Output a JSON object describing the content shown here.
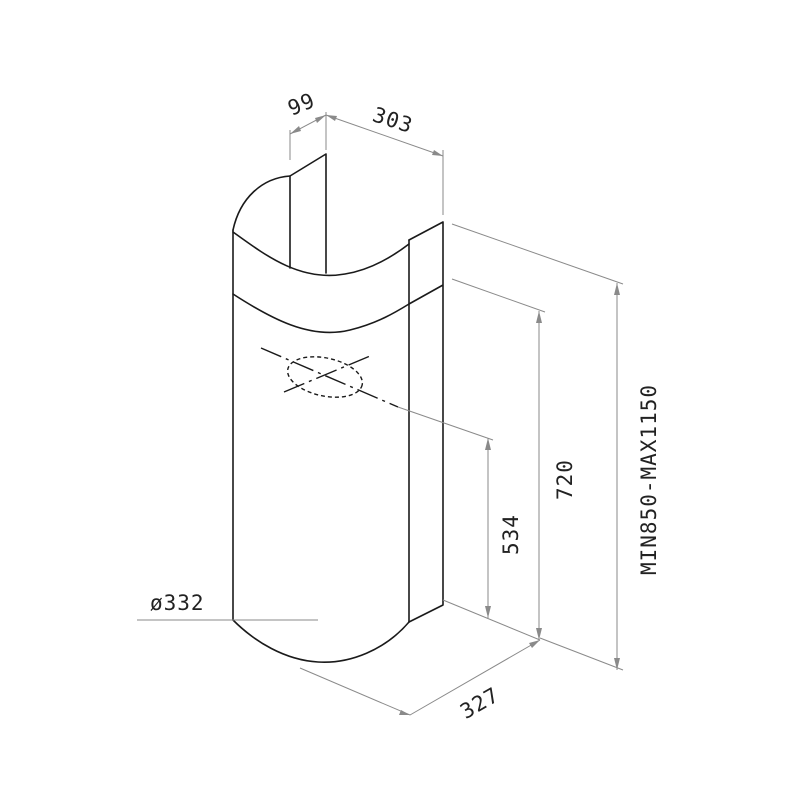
{
  "dimensions": {
    "top_depth": "99",
    "top_width": "303",
    "height_range": "MIN850-MAX1150",
    "body_height": "720",
    "outlet_height": "534",
    "diameter": "ø332",
    "bottom_width": "327"
  },
  "colors": {
    "outline": "#1a1a1a",
    "dimension": "#8a8a8a",
    "text": "#222222",
    "background": "#ffffff"
  }
}
